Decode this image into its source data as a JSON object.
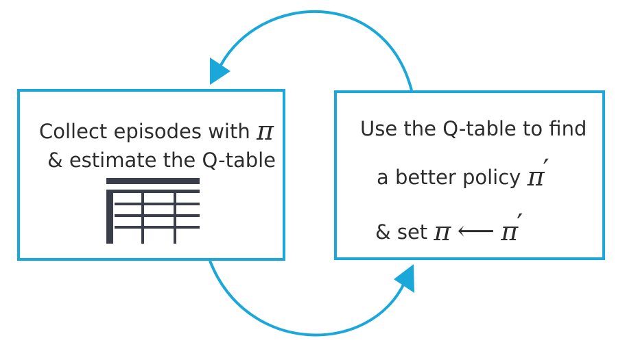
{
  "left_box": {
    "line1": "Collect episodes with",
    "line1_symbol": "π",
    "line2": "& estimate the Q-table",
    "icon": "table-icon"
  },
  "right_box": {
    "line1": "Use the Q-table to find",
    "line2": "a better policy",
    "line2_symbol": "π",
    "line2_prime": "′",
    "line3": "& set",
    "line3_symbol": "π",
    "line3_arrow": "⟵",
    "line3_target": "π",
    "line3_prime": "′"
  },
  "colors": {
    "accent": "#1aa7d9",
    "text": "#2c2c2c",
    "icon": "#3a3d4a"
  }
}
